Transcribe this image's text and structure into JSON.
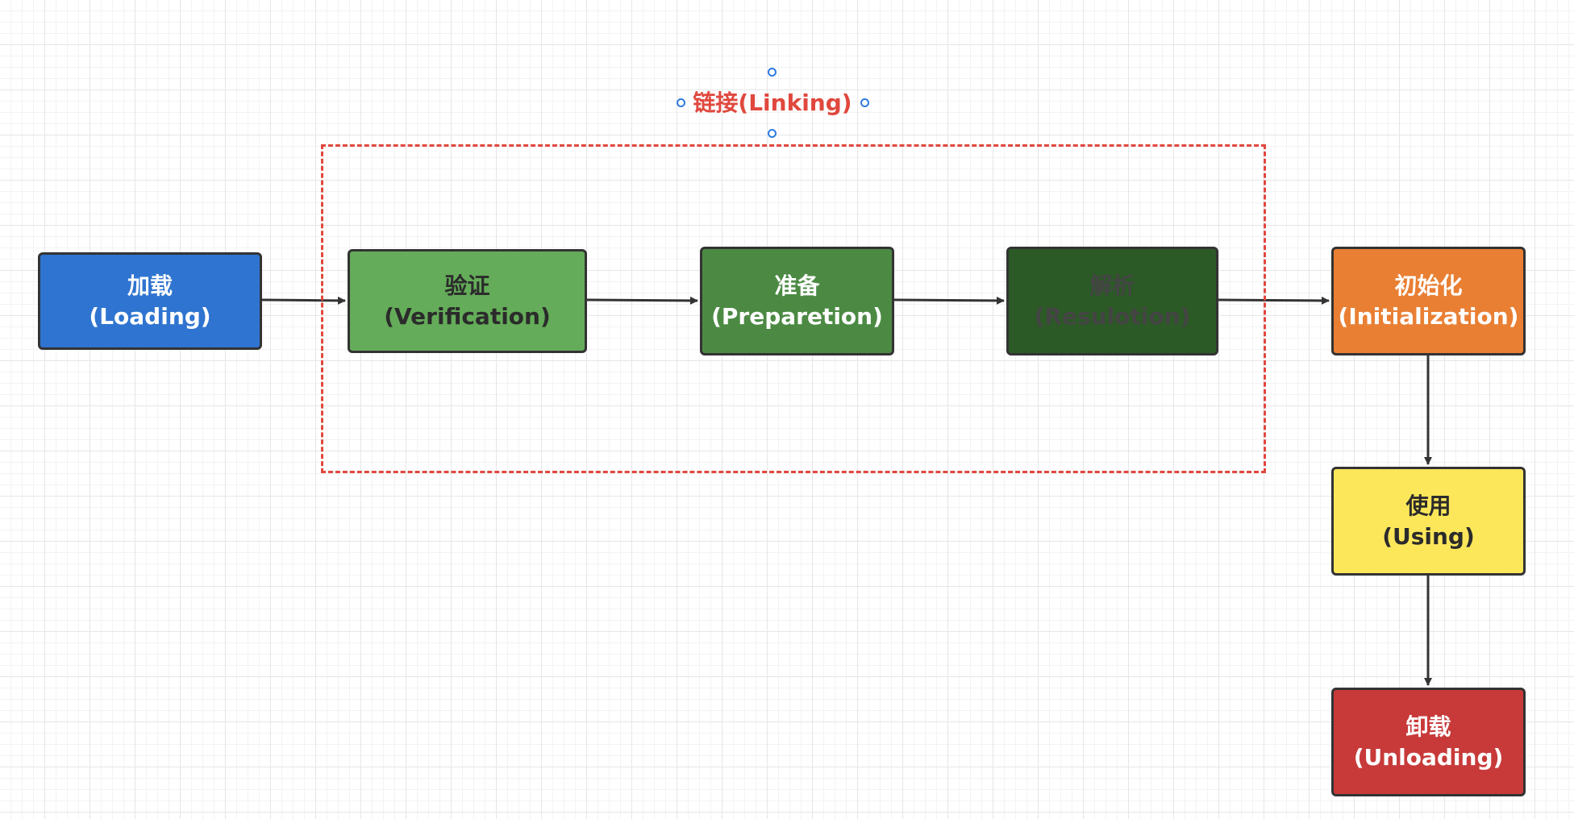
{
  "group": {
    "label": "链接(Linking)",
    "border_color": "#e0483e"
  },
  "nodes": {
    "loading": {
      "title": "加载",
      "subtitle": "(Loading)",
      "fill": "#2f74d0",
      "text_color": "#ffffff"
    },
    "verification": {
      "title": "验证",
      "subtitle": "(Verification)",
      "fill": "#64ac59",
      "text_color": "#2b2b2b"
    },
    "preparation": {
      "title": "准备",
      "subtitle": "(Preparetion)",
      "fill": "#4c8a44",
      "text_color": "#ffffff"
    },
    "resolution": {
      "title": "解析",
      "subtitle": "(Resulotion)",
      "fill": "#2c5a26",
      "text_color": "#444444"
    },
    "initialization": {
      "title": "初始化",
      "subtitle": "(Initialization)",
      "fill": "#e97f33",
      "text_color": "#ffffff"
    },
    "using": {
      "title": "使用",
      "subtitle": "(Using)",
      "fill": "#fce75a",
      "text_color": "#2b2b2b"
    },
    "unloading": {
      "title": "卸载",
      "subtitle": "(Unloading)",
      "fill": "#c83a3a",
      "text_color": "#ffffff"
    }
  },
  "edges": [
    {
      "from": "loading",
      "to": "verification"
    },
    {
      "from": "verification",
      "to": "preparation"
    },
    {
      "from": "preparation",
      "to": "resolution"
    },
    {
      "from": "resolution",
      "to": "initialization"
    },
    {
      "from": "initialization",
      "to": "using"
    },
    {
      "from": "using",
      "to": "unloading"
    }
  ],
  "colors": {
    "edge": "#333333",
    "selection_handle": "#2f7be0"
  }
}
